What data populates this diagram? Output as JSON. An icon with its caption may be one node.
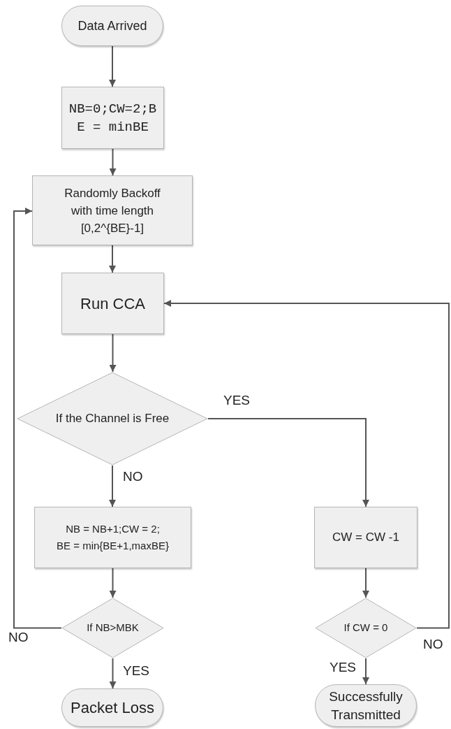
{
  "diagram": {
    "nodes": [
      {
        "text": [
          "Data Arrived"
        ]
      },
      {
        "text": [
          "NB=0;CW=2;BE = minBE"
        ]
      },
      {
        "text": [
          "Randomly Backoff with time length [0,2^{BE}-1]"
        ]
      },
      {
        "text": [
          "Run CCA"
        ]
      },
      {
        "text": [
          "If the Channel is Free"
        ]
      },
      {
        "text": [
          "NB = NB+1;CW = 2; BE = min{BE+1,maxBE}"
        ]
      },
      {
        "text": [
          "CW = CW -1"
        ]
      },
      {
        "text": [
          "If NB>MBK"
        ]
      },
      {
        "text": [
          "Packet Loss"
        ]
      },
      {
        "text": [
          "If CW = 0"
        ]
      },
      {
        "text": [
          "Successfully Transmitted"
        ]
      }
    ],
    "edges": [
      {
        "from": 0,
        "to": 1,
        "arrow": "to"
      },
      {
        "from": 1,
        "to": 2,
        "arrow": "to"
      },
      {
        "from": 2,
        "to": 3,
        "arrow": "to"
      },
      {
        "from": 3,
        "to": 4,
        "arrow": "to"
      },
      {
        "from": 4,
        "to": 6,
        "arrow": "to",
        "label": "YES"
      },
      {
        "from": 4,
        "to": 5,
        "arrow": "to",
        "label": "NO"
      },
      {
        "from": 5,
        "to": 7,
        "arrow": "to"
      },
      {
        "from": 7,
        "to": 2,
        "arrow": "to",
        "label": "NO"
      },
      {
        "from": 7,
        "to": 8,
        "arrow": "to",
        "label": "YES"
      },
      {
        "from": 6,
        "to": 9,
        "arrow": "to"
      },
      {
        "from": 9,
        "to": 10,
        "arrow": "to",
        "label": "YES"
      },
      {
        "from": 9,
        "to": 3,
        "arrow": "to",
        "label": "NO"
      }
    ]
  }
}
